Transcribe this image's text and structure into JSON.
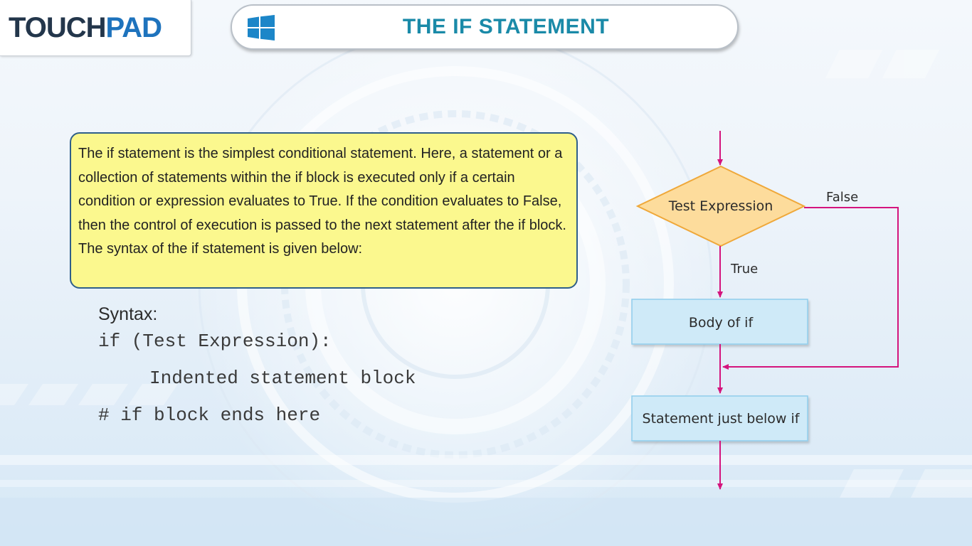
{
  "logo": {
    "part1": "TOUCH",
    "part2": "PAD"
  },
  "header": {
    "title": "THE IF STATEMENT",
    "icon": "windows-icon"
  },
  "description": "The if statement is the simplest conditional statement. Here, a statement or a collection of statements within the if block is executed only if a certain condition or expression evaluates to True. If the condition evaluates to False, then the control of execution is passed to the next statement after the if block. The syntax of the if statement is given below:",
  "syntax": {
    "label": "Syntax:",
    "lines": [
      "if (Test Expression):",
      "Indented statement block",
      "# if block ends here"
    ]
  },
  "flowchart": {
    "decision": "Test Expression",
    "false_label": "False",
    "true_label": "True",
    "body": "Body of if",
    "next": "Statement just below if"
  },
  "colors": {
    "arrow": "#d4147d",
    "decision_fill": "#fddc9c",
    "decision_stroke": "#efa83a",
    "process_fill": "#cfeaf8",
    "process_stroke": "#8fcdec",
    "desc_fill": "#fbf88e",
    "title": "#1a8aa8",
    "logo_dark": "#23364b",
    "logo_blue": "#1e73bd"
  }
}
